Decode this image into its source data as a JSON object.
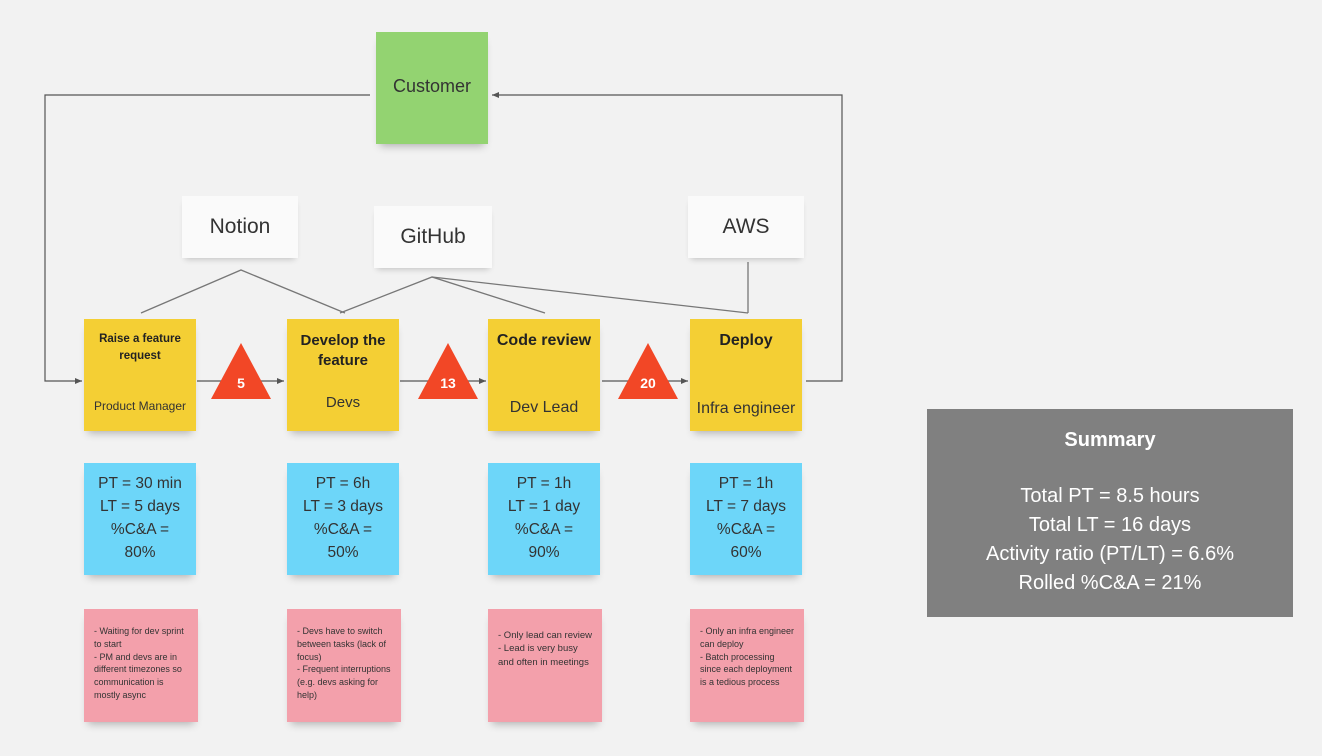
{
  "customer": {
    "label": "Customer"
  },
  "tools": [
    {
      "label": "Notion"
    },
    {
      "label": "GitHub"
    },
    {
      "label": "AWS"
    }
  ],
  "steps": [
    {
      "title": "Raise a feature request",
      "role": "Product Manager",
      "metrics": {
        "pt": "PT = 30 min",
        "lt": "LT = 5 days",
        "ca_label": "%C&A =",
        "ca_value": "80%"
      },
      "issues": "- Waiting for dev sprint to start\n- PM and devs are in different timezones so communication is mostly async"
    },
    {
      "title": "Develop the feature",
      "role": "Devs",
      "metrics": {
        "pt": "PT = 6h",
        "lt": "LT = 3 days",
        "ca_label": "%C&A =",
        "ca_value": "50%"
      },
      "issues": "- Devs have to switch between tasks (lack of focus)\n- Frequent interruptions (e.g. devs asking for help)"
    },
    {
      "title": "Code review",
      "role": "Dev Lead",
      "metrics": {
        "pt": "PT = 1h",
        "lt": "LT = 1 day",
        "ca_label": "%C&A =",
        "ca_value": "90%"
      },
      "issues": "- Only lead can review\n- Lead is very busy and often in meetings"
    },
    {
      "title": "Deploy",
      "role": "Infra engineer",
      "metrics": {
        "pt": "PT = 1h",
        "lt": "LT = 7 days",
        "ca_label": "%C&A =",
        "ca_value": "60%"
      },
      "issues": "- Only an infra engineer can deploy\n- Batch processing since each deployment is a tedious process"
    }
  ],
  "wait_times": [
    "5",
    "13",
    "20"
  ],
  "colors": {
    "step": "#f4cf34",
    "customer": "#93d371",
    "metrics": "#6dd6f9",
    "issues": "#f3a0ab",
    "wait_triangle": "#f24726",
    "summary_bg": "#808080"
  },
  "summary": {
    "title": "Summary",
    "total_pt": "Total PT = 8.5 hours",
    "total_lt": "Total LT = 16 days",
    "activity_ratio": "Activity ratio (PT/LT) = 6.6%",
    "rolled_ca": "Rolled %C&A = 21%"
  }
}
